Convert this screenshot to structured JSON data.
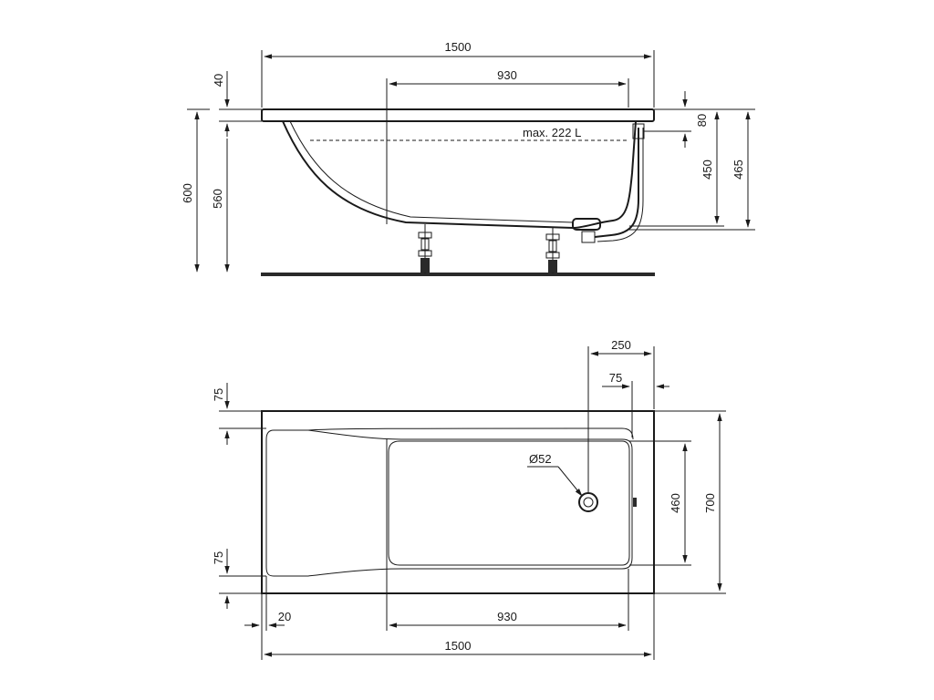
{
  "side_view": {
    "length": "1500",
    "inner_length": "930",
    "rim_height": "40",
    "total_height": "600",
    "body_height": "560",
    "overflow_offset": "80",
    "depth_inner": "450",
    "depth_outer": "465",
    "capacity_label": "max. 222 L"
  },
  "top_view": {
    "drain_offset": "250",
    "rim_offset": "75",
    "rim_top": "75",
    "rim_bottom": "75",
    "drain_diameter": "Ø52",
    "inner_width": "460",
    "width": "700",
    "side_gap": "20",
    "inner_length": "930",
    "length": "1500"
  },
  "colors": {
    "ink": "#1a1a1a",
    "background": "#ffffff"
  }
}
